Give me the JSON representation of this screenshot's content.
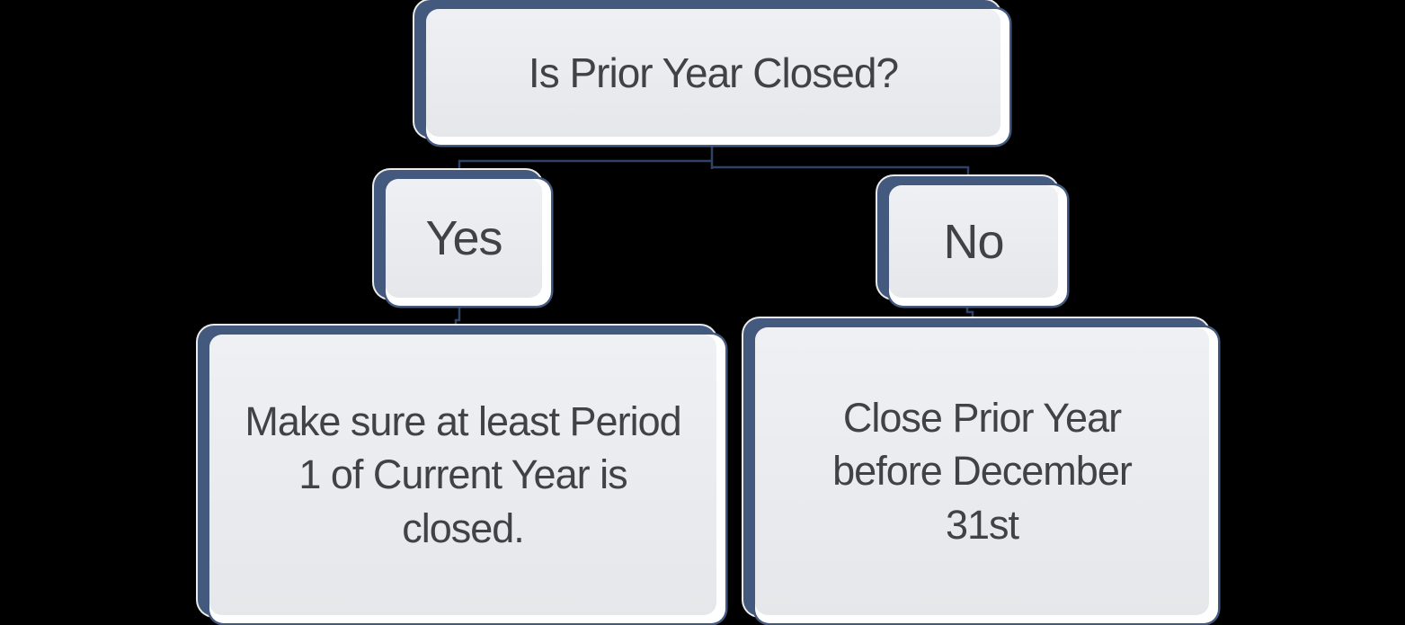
{
  "colors": {
    "shape_dark": "#44597e",
    "shape_fill_top": "#eef0f4",
    "shape_fill_bottom": "#e5e7ea",
    "shape_white": "#ffffff",
    "connector": "#2e4366",
    "text": "#404245"
  },
  "flowchart": {
    "root": {
      "label": "Is Prior Year Closed?"
    },
    "branches": [
      {
        "label": "Yes",
        "action": "Make sure at least Period 1 of Current Year is closed."
      },
      {
        "label": "No",
        "action": "Close Prior Year before December 31st"
      }
    ]
  }
}
